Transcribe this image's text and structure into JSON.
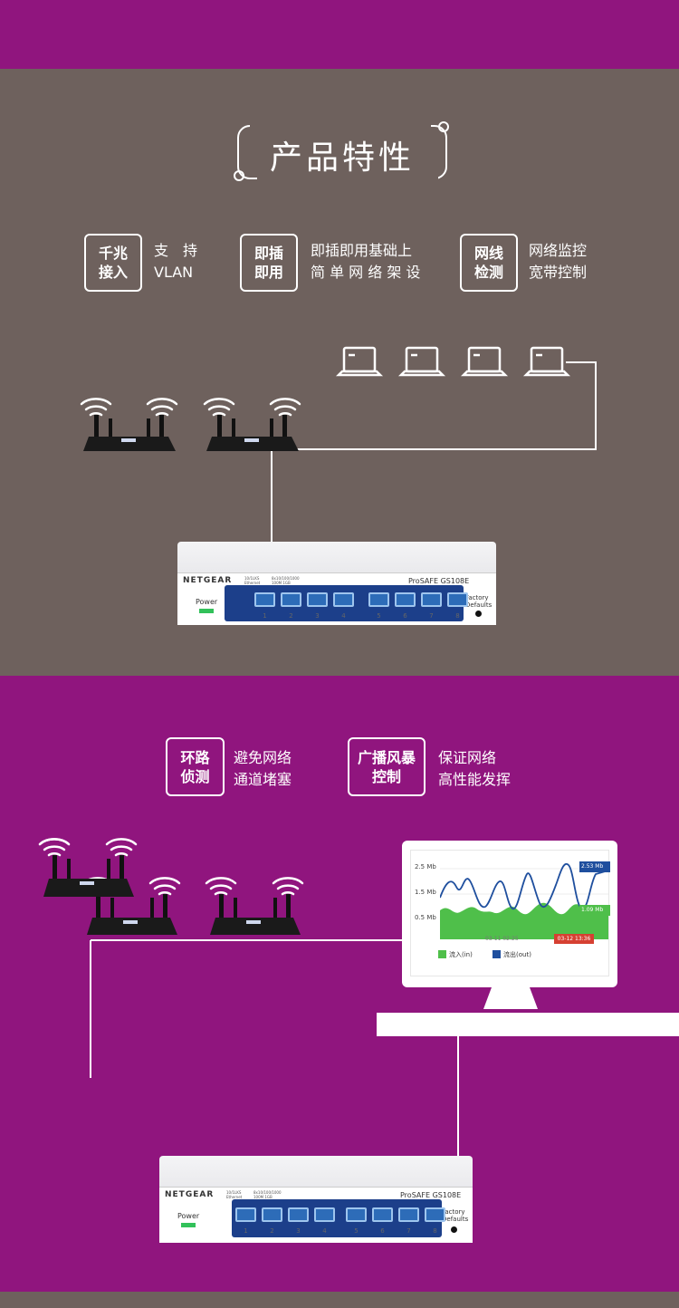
{
  "section1": {
    "title": "产品特性",
    "features": [
      {
        "badge": "千兆\n接入",
        "desc": "支　持\nVLAN"
      },
      {
        "badge": "即插\n即用",
        "desc": "即插即用基础上\n简 单 网 络 架 设"
      },
      {
        "badge": "网线\n检测",
        "desc": "网络监控\n宽带控制"
      }
    ]
  },
  "section2": {
    "features": [
      {
        "badge": "环路\n侦测",
        "desc": "避免网络\n通道堵塞"
      },
      {
        "badge": "广播风暴\n控制",
        "desc": "保证网络\n高性能发挥"
      }
    ]
  },
  "switch": {
    "brand": "NETGEAR",
    "model": "ProSAFE  GS108E",
    "power_label": "Power",
    "factory_label": "Factory\nDefaults",
    "led_text1": "10/1LKS\nEthernet",
    "led_text2": "8x10/100/1000\n100M    1GB",
    "ports": [
      "1",
      "2",
      "3",
      "4",
      "5",
      "6",
      "7",
      "8"
    ]
  },
  "traffic_chart": {
    "y_ticks": [
      "2.5 Mb",
      "1.5 Mb",
      "0.5 Mb"
    ],
    "x_label_left": "03-11 02:25",
    "x_label_right": "03-12 13:36",
    "flag_top": "2.53 Mb",
    "flag_bottom": "1.09 Mb",
    "legend_in": "流入(in)",
    "legend_out": "流出(out)",
    "colors": {
      "in": "#4fbf4a",
      "out": "#1f4f9e",
      "marker": "#d64032"
    }
  },
  "colors": {
    "purple": "#90157e",
    "taupe": "#6e615d"
  }
}
